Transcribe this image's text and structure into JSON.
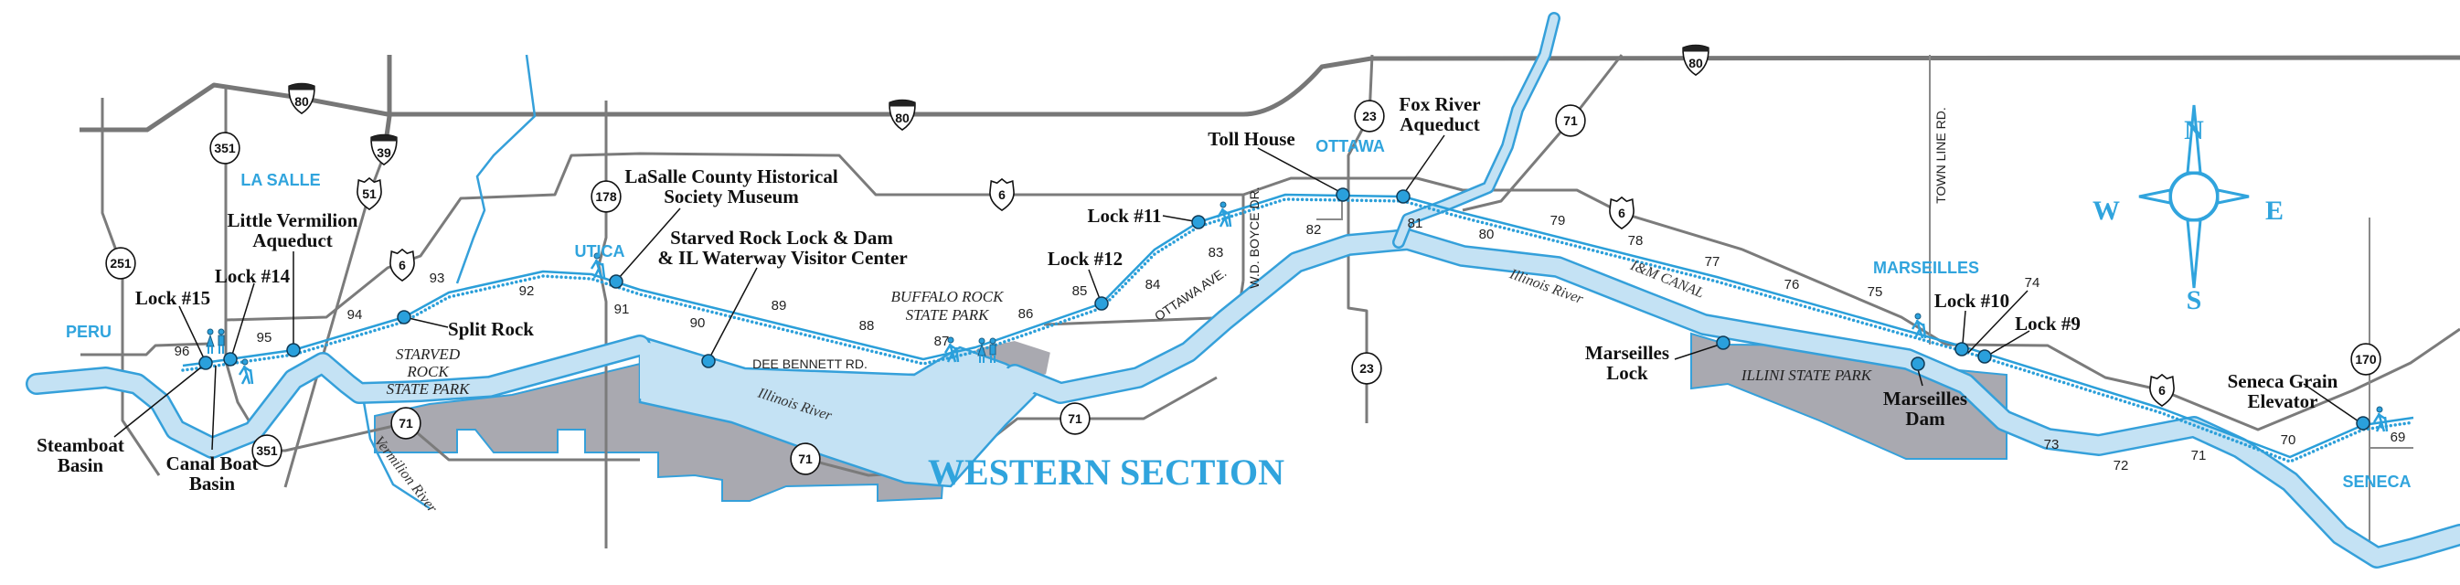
{
  "title": "WESTERN SECTION",
  "towns": {
    "la_salle": "LA SALLE",
    "peru": "PERU",
    "utica": "UTICA",
    "ottawa": "OTTAWA",
    "marseilles": "MARSEILLES",
    "seneca": "SENECA"
  },
  "sites": {
    "lock15": "Lock #15",
    "lock14": "Lock #14",
    "little_vermilion_1": "Little Vermilion",
    "little_vermilion_2": "Aqueduct",
    "split_rock": "Split Rock",
    "museum_1": "LaSalle County Historical",
    "museum_2": "Society Museum",
    "starved_rock_lock_1": "Starved Rock Lock & Dam",
    "starved_rock_lock_2": "& IL Waterway Visitor Center",
    "lock12": "Lock #12",
    "lock11": "Lock #11",
    "toll_house": "Toll House",
    "fox_aqueduct_1": "Fox River",
    "fox_aqueduct_2": "Aqueduct",
    "marseilles_lock_1": "Marseilles",
    "marseilles_lock_2": "Lock",
    "marseilles_dam_1": "Marseilles",
    "marseilles_dam_2": "Dam",
    "lock10": "Lock #10",
    "lock9": "Lock #9",
    "seneca_grain_1": "Seneca Grain",
    "seneca_grain_2": "Elevator",
    "steamboat_1": "Steamboat",
    "steamboat_2": "Basin",
    "canal_boat_1": "Canal Boat",
    "canal_boat_2": "Basin"
  },
  "parks": {
    "starved_rock_1": "STARVED",
    "starved_rock_2": "ROCK",
    "starved_rock_3": "STATE PARK",
    "buffalo_rock_1": "BUFFALO ROCK",
    "buffalo_rock_2": "STATE PARK",
    "illini": "ILLINI STATE PARK"
  },
  "water": {
    "illinois_river": "Illinois River",
    "vermilion_river": "Vermilion River",
    "canal": "I&M CANAL"
  },
  "roads": {
    "dee_bennett": "DEE BENNETT RD.",
    "ottawa_ave": "OTTAWA AVE.",
    "boyce": "W.D. BOYCE DR.",
    "town_line": "TOWN LINE RD."
  },
  "shields": {
    "i80": "80",
    "i39": "39",
    "us51": "51",
    "us6": "6",
    "il351": "351",
    "il251": "251",
    "il178": "178",
    "il23": "23",
    "il71": "71",
    "il170": "170"
  },
  "mile_markers": [
    "96",
    "95",
    "94",
    "93",
    "92",
    "91",
    "90",
    "89",
    "88",
    "87",
    "86",
    "85",
    "84",
    "83",
    "82",
    "81",
    "80",
    "79",
    "78",
    "77",
    "76",
    "75",
    "74",
    "73",
    "72",
    "71",
    "70",
    "69"
  ],
  "compass": {
    "n": "N",
    "s": "S",
    "e": "E",
    "w": "W"
  },
  "icons": [
    "hiker-icon",
    "restroom-icon",
    "compass-rose-icon",
    "site-marker-icon"
  ],
  "colors": {
    "water": "#c4e2f4",
    "water_outline": "#35a0da",
    "canal": "#2b9fd9",
    "park": "#a9a9b0",
    "road": "#7b7b7b",
    "label_blue": "#30a4dd"
  }
}
